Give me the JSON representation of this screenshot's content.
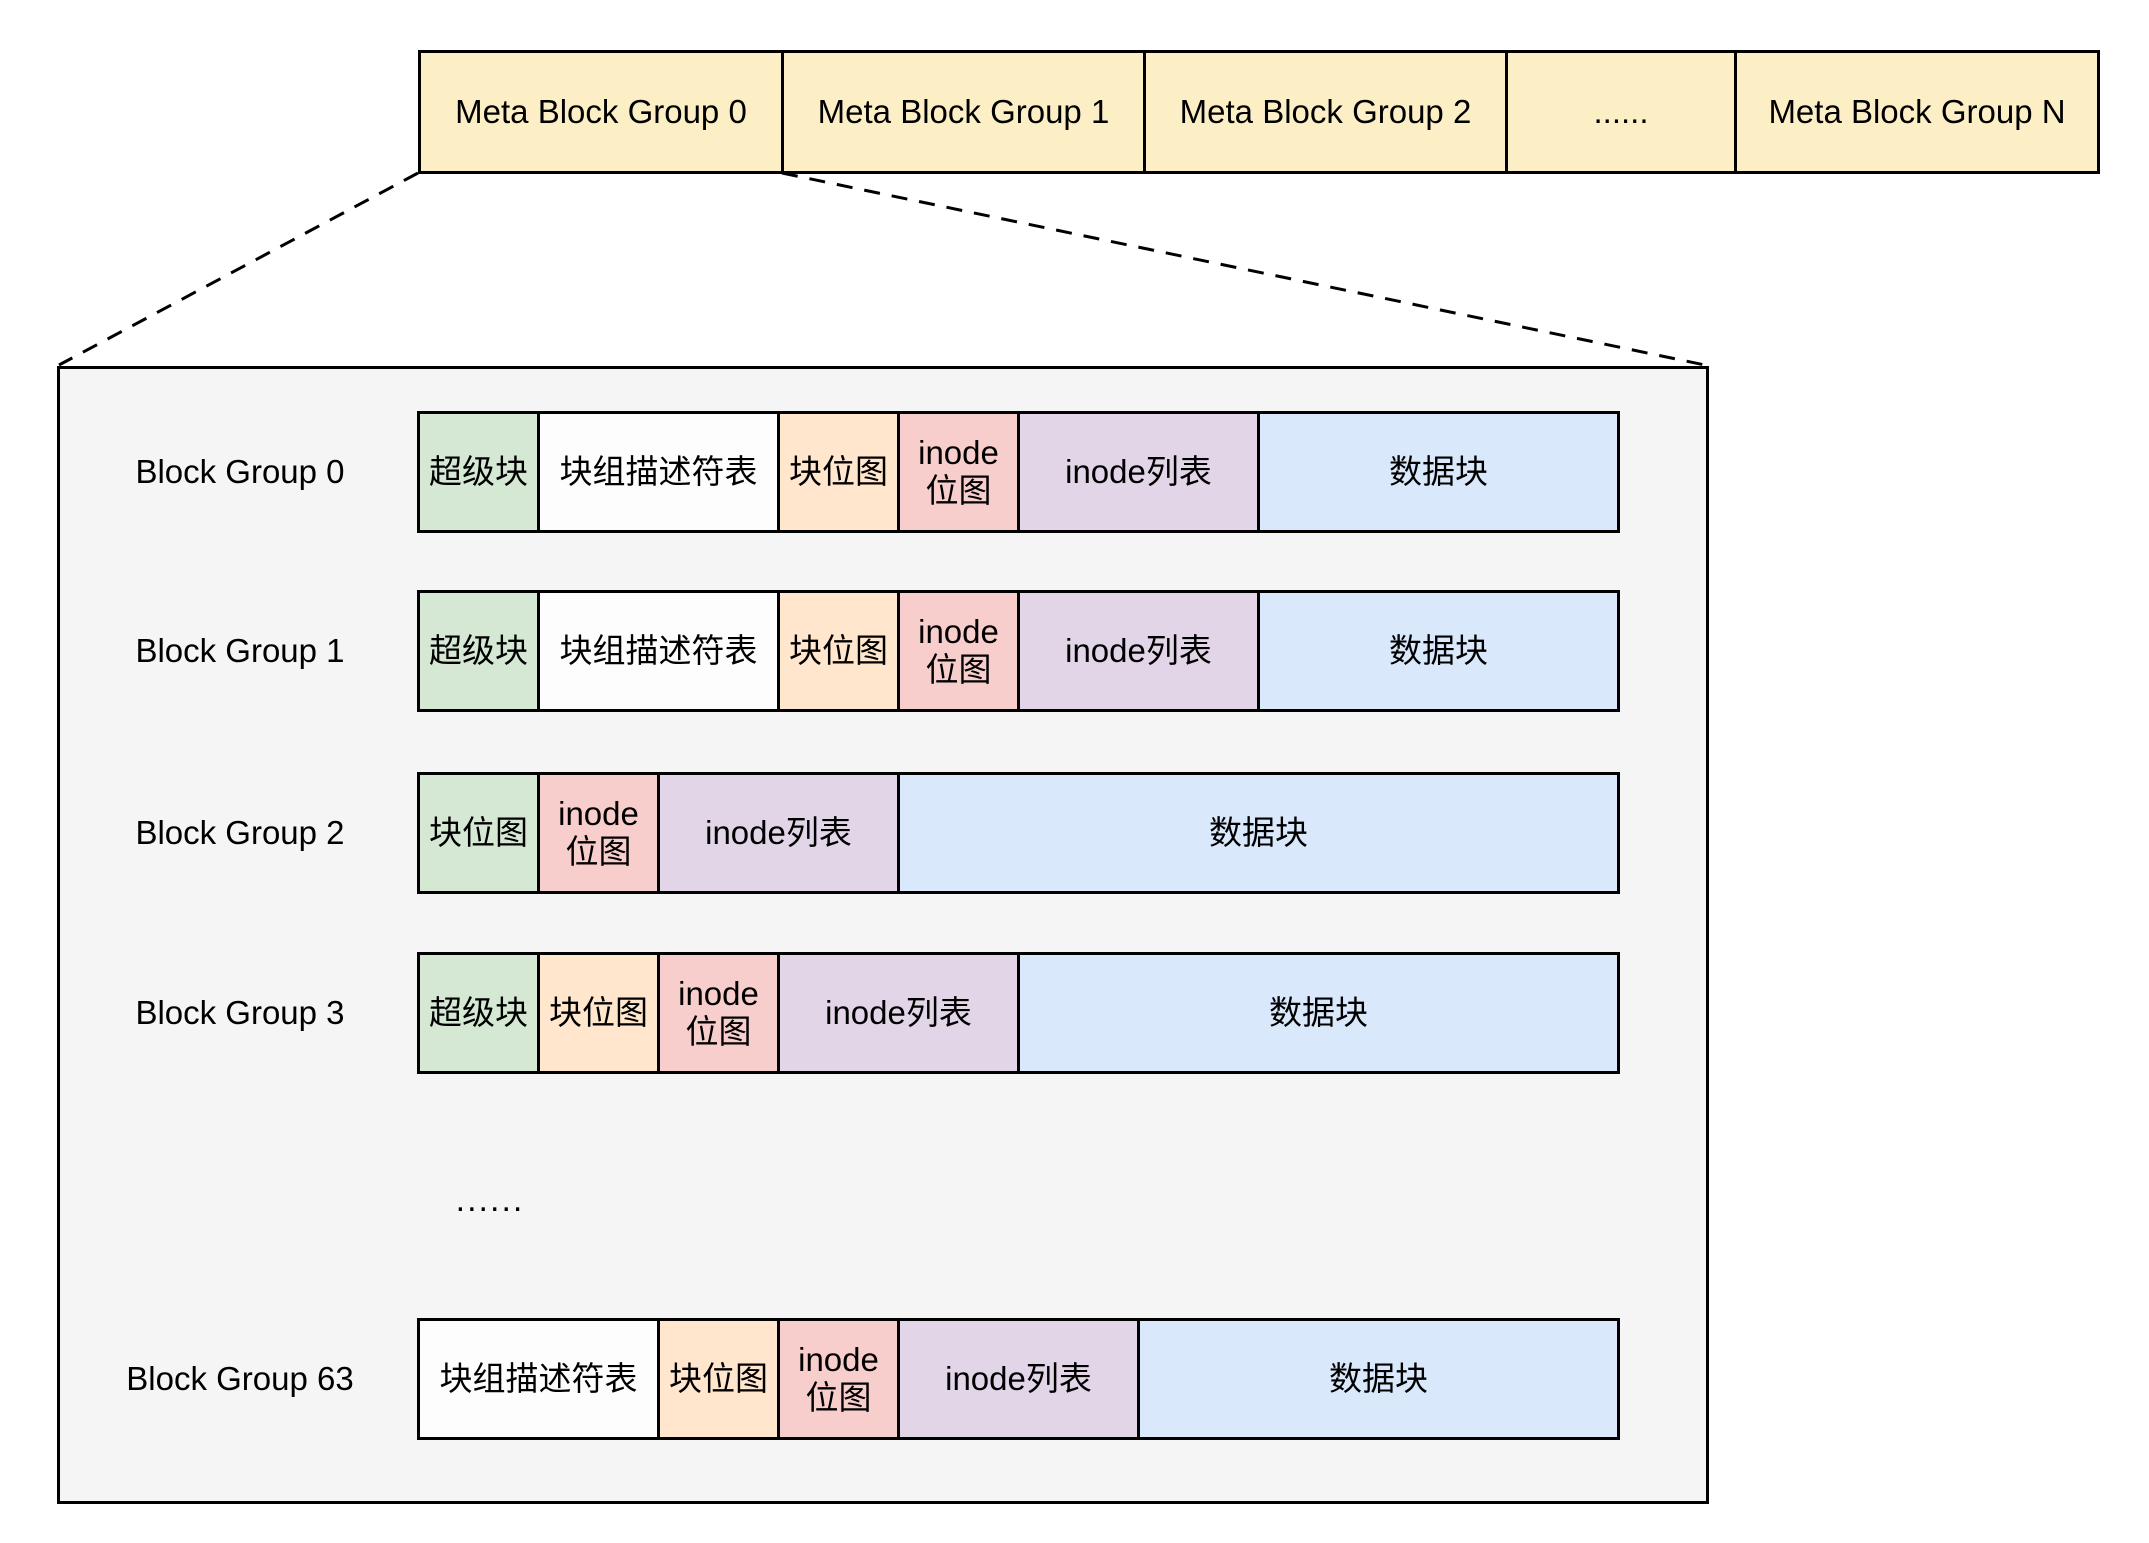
{
  "palette": {
    "meta_yellow": "#FCEFC6",
    "green": "#D5E8D4",
    "white_cell": "#FDFDFD",
    "orange": "#FFE6CC",
    "pink": "#F8CECC",
    "purple": "#E1D5E7",
    "blue": "#DAE8FC",
    "panel_bg": "#F5F5F5",
    "line": "#000000"
  },
  "meta_row": {
    "cells": [
      {
        "label": "Meta Block Group 0",
        "color": "#FCEFC6"
      },
      {
        "label": "Meta Block Group 1",
        "color": "#FCEFC6"
      },
      {
        "label": "Meta Block Group 2",
        "color": "#FCEFC6"
      },
      {
        "label": "......",
        "color": "#FCEFC6"
      },
      {
        "label": "Meta Block Group N",
        "color": "#FCEFC6"
      }
    ]
  },
  "panel": {
    "background": "#F5F5F5",
    "ellipsis": "......",
    "rows": [
      {
        "label": "Block Group 0",
        "segments": [
          {
            "text": "超级块",
            "color": "#D5E8D4"
          },
          {
            "text": "块组描述符表",
            "color": "#FDFDFD"
          },
          {
            "text": "块位图",
            "color": "#FFE6CC"
          },
          {
            "text": "inode\n位图",
            "color": "#F8CECC"
          },
          {
            "text": "inode列表",
            "color": "#E1D5E7"
          },
          {
            "text": "数据块",
            "color": "#DAE8FC"
          }
        ]
      },
      {
        "label": "Block Group 1",
        "segments": [
          {
            "text": "超级块",
            "color": "#D5E8D4"
          },
          {
            "text": "块组描述符表",
            "color": "#FDFDFD"
          },
          {
            "text": "块位图",
            "color": "#FFE6CC"
          },
          {
            "text": "inode\n位图",
            "color": "#F8CECC"
          },
          {
            "text": "inode列表",
            "color": "#E1D5E7"
          },
          {
            "text": "数据块",
            "color": "#DAE8FC"
          }
        ]
      },
      {
        "label": "Block Group 2",
        "segments": [
          {
            "text": "块位图",
            "color": "#D5E8D4"
          },
          {
            "text": "inode\n位图",
            "color": "#F8CECC"
          },
          {
            "text": "inode列表",
            "color": "#E1D5E7"
          },
          {
            "text": "数据块",
            "color": "#DAE8FC"
          }
        ]
      },
      {
        "label": "Block Group 3",
        "segments": [
          {
            "text": "超级块",
            "color": "#D5E8D4"
          },
          {
            "text": "块位图",
            "color": "#FFE6CC"
          },
          {
            "text": "inode\n位图",
            "color": "#F8CECC"
          },
          {
            "text": "inode列表",
            "color": "#E1D5E7"
          },
          {
            "text": "数据块",
            "color": "#DAE8FC"
          }
        ]
      },
      {
        "label": "Block Group 63",
        "segments": [
          {
            "text": "块组描述符表",
            "color": "#FDFDFD"
          },
          {
            "text": "块位图",
            "color": "#FFE6CC"
          },
          {
            "text": "inode\n位图",
            "color": "#F8CECC"
          },
          {
            "text": "inode列表",
            "color": "#E1D5E7"
          },
          {
            "text": "数据块",
            "color": "#DAE8FC"
          }
        ]
      }
    ]
  }
}
